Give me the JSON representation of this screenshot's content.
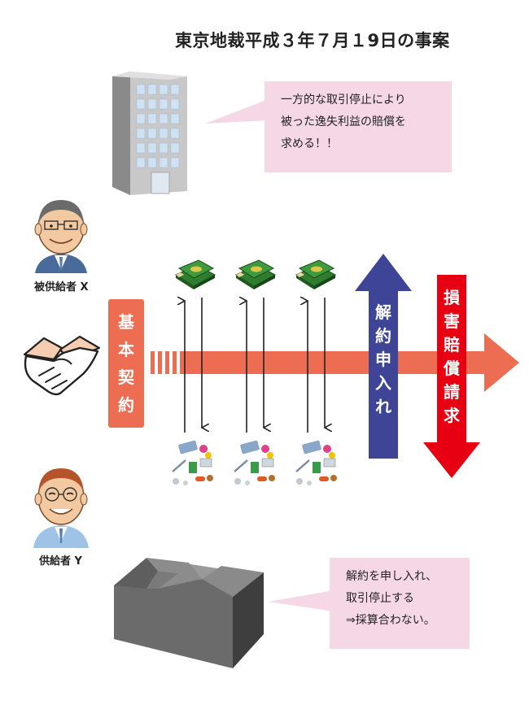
{
  "title": "東京地裁平成３年７月１9日の事案",
  "bubble_top": {
    "lines": [
      "一方的な取引停止により",
      "被った逸失利益の賠償を",
      "求める！！"
    ]
  },
  "bubble_bottom": {
    "lines": [
      "解約を申し入れ、",
      "取引停止する",
      "⇒採算合わない。"
    ]
  },
  "person_x_label": "被供給者 X",
  "person_y_label": "供給者 Y",
  "contract_chars": [
    "基",
    "本",
    "契",
    "約"
  ],
  "cancel_chars": [
    "解",
    "約",
    "申",
    "入",
    "れ"
  ],
  "damages_chars": [
    "損",
    "害",
    "賠",
    "償",
    "請",
    "求"
  ],
  "colors": {
    "main_arrow": "#ec6d51",
    "contract_box": "#ec6d51",
    "cancel_arrow": "#3f4596",
    "damages_arrow": "#e60012",
    "bubble": "#f5d7e6"
  },
  "icons": [
    "office-building",
    "factory",
    "handshake",
    "money-stack",
    "medicine-goods",
    "person-x",
    "person-y"
  ]
}
